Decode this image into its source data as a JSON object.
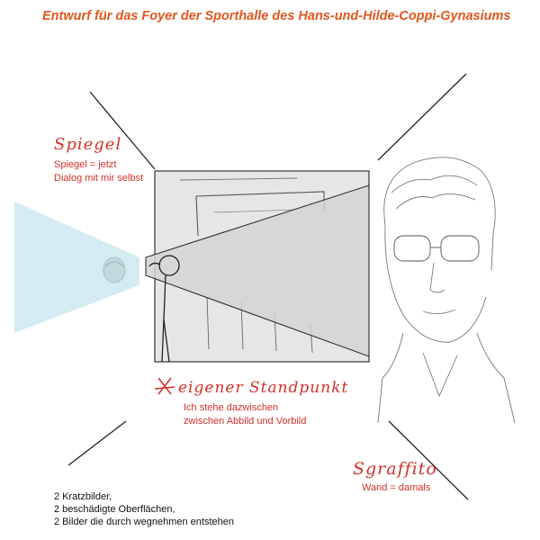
{
  "title": "Entwurf für das Foyer der Sporthalle des Hans-und-Hilde-Coppi-Gynasiums",
  "annotations": {
    "spiegel": {
      "heading": "Spiegel",
      "lines": [
        "Spiegel = jetzt",
        "Dialog mit mir selbst"
      ]
    },
    "standpunkt": {
      "heading": "eigener Standpunkt",
      "lines": [
        "Ich stehe dazwischen",
        "zwischen Abbild und Vorbild"
      ]
    },
    "sgraffito": {
      "heading": "Sgraffito",
      "lines": [
        "Wand = damals"
      ]
    }
  },
  "notes": [
    "2 Kratzbilder,",
    "2 beschädigte Oberflächen,",
    "2 Bilder die durch wegnehmen entstehen"
  ],
  "colors": {
    "title": "#e2561d",
    "annotation": "#d5302a",
    "mirror": "#d4ecf1",
    "wall": "#e6e6e6"
  }
}
